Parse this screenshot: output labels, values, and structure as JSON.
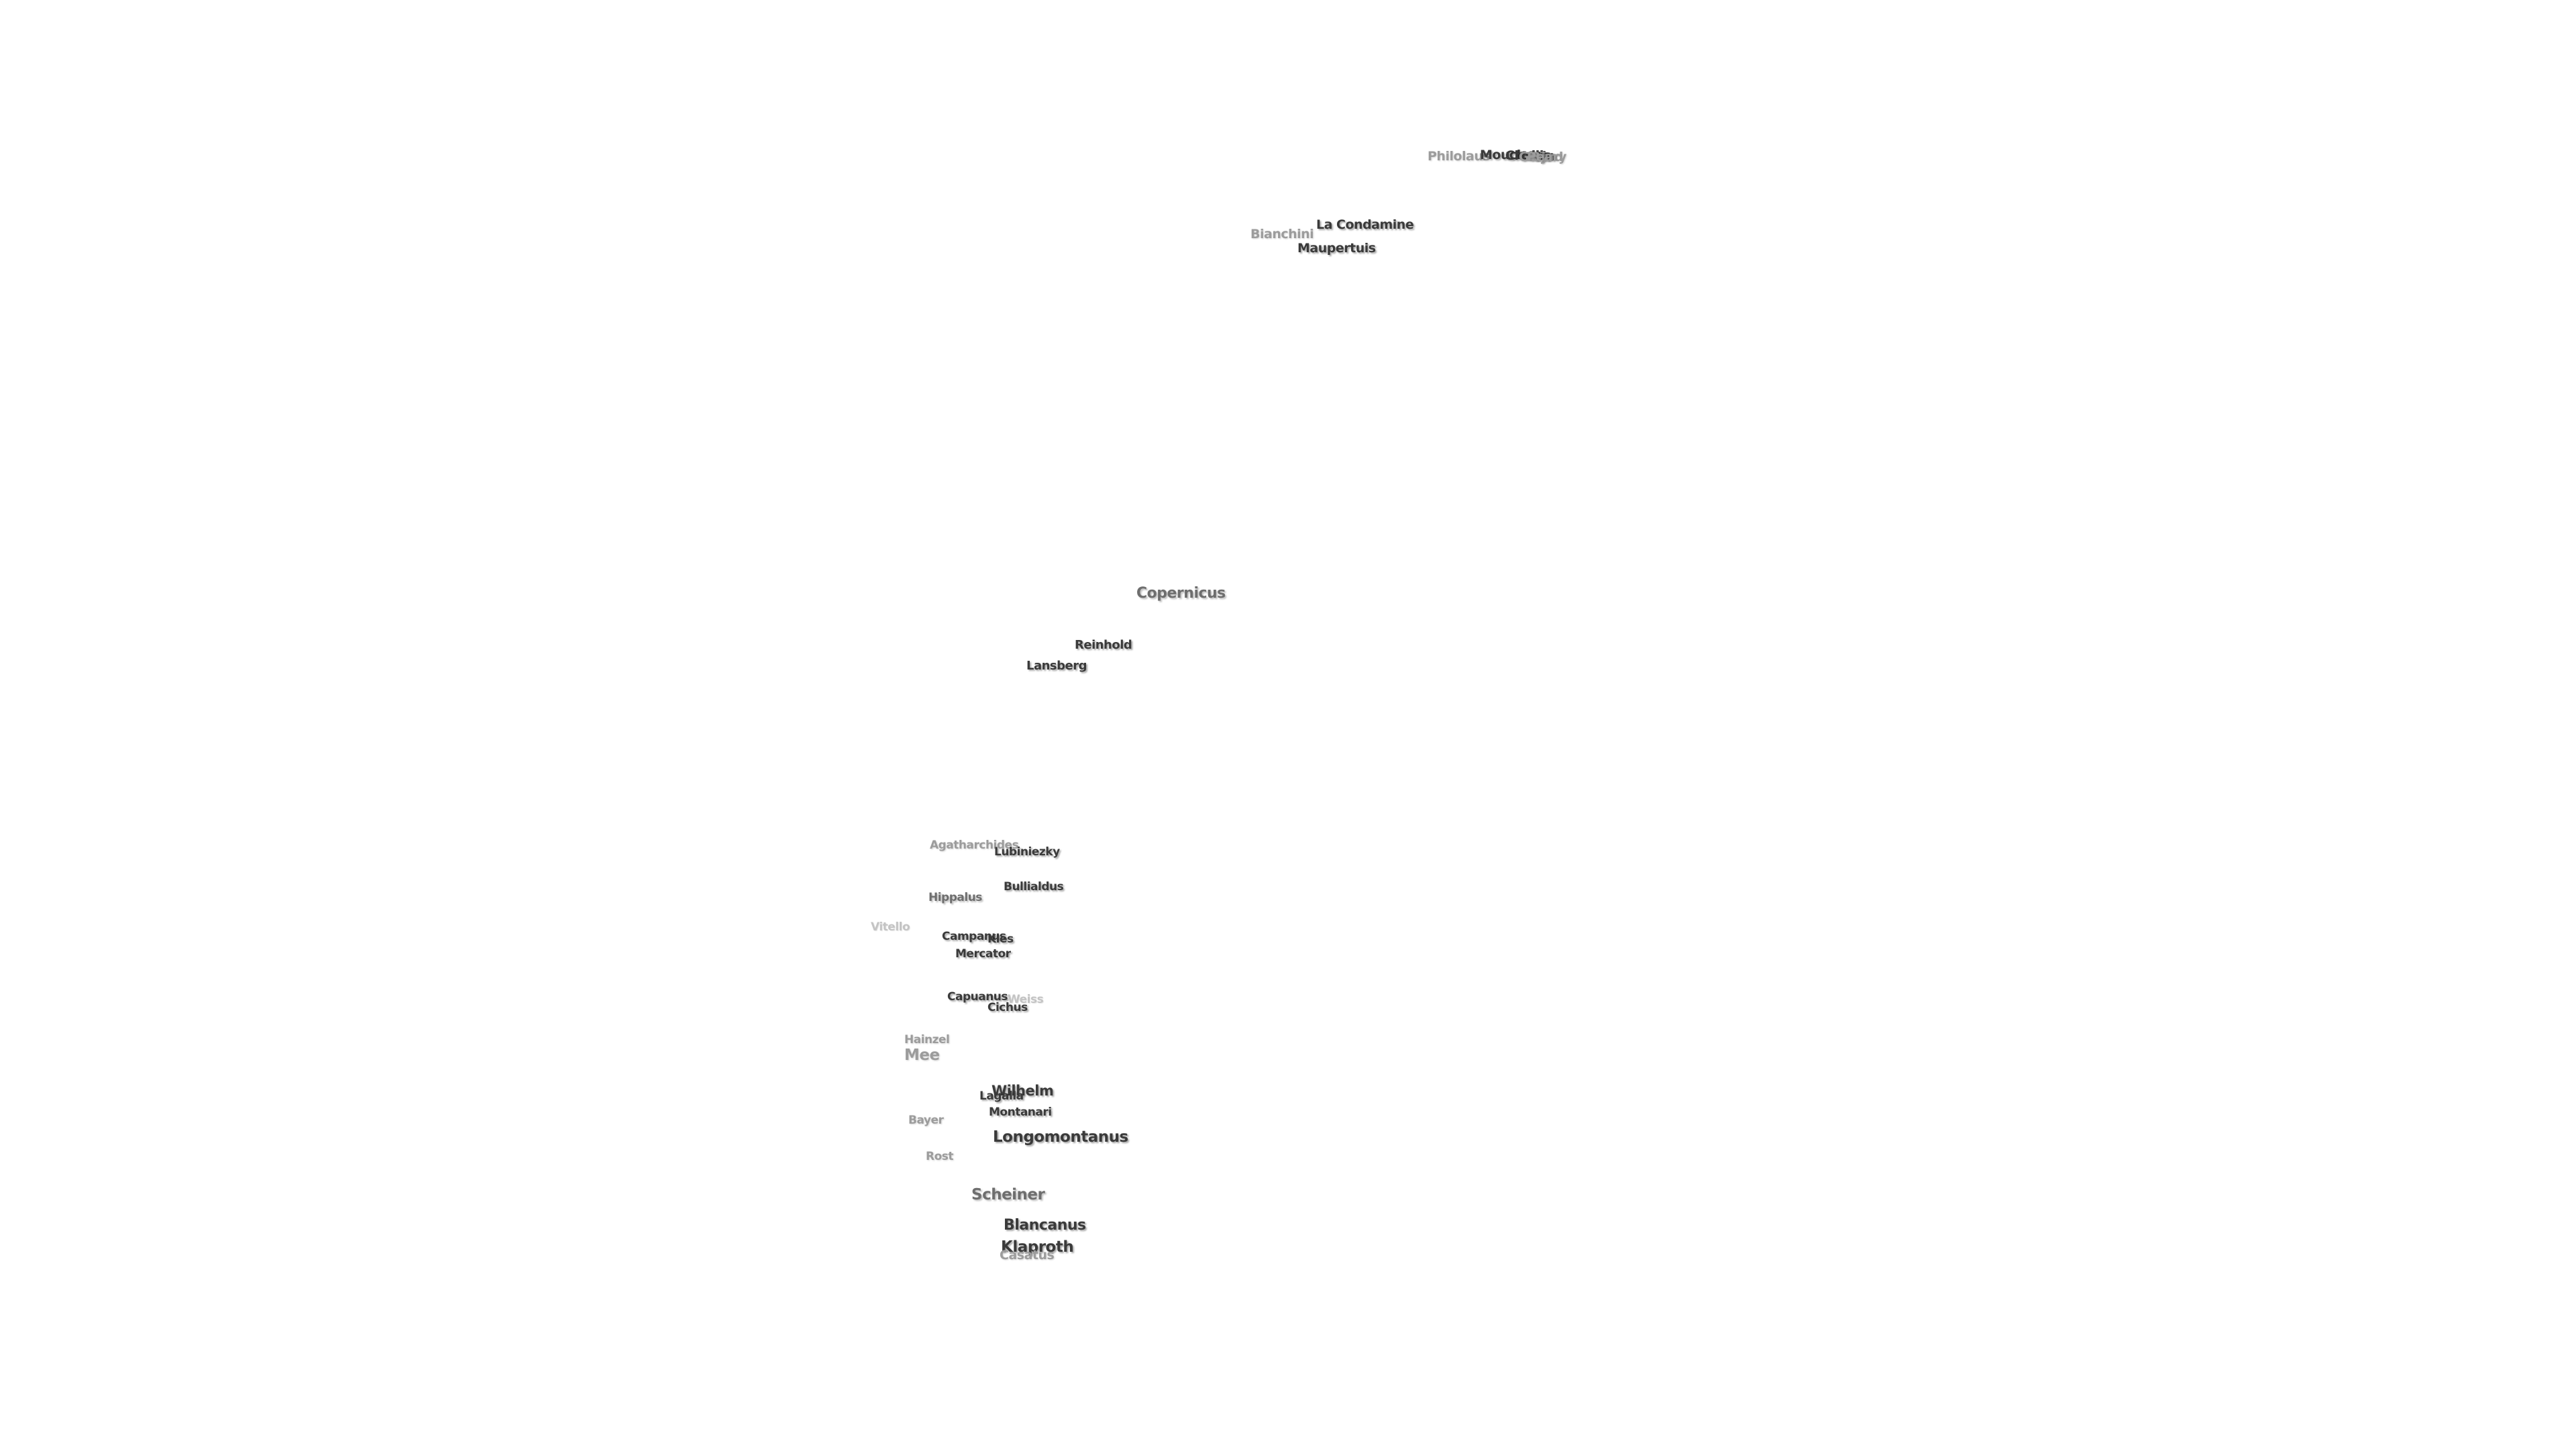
{
  "craters": [
    {
      "id": "philolaus",
      "name": "Philolaus",
      "tone": "light"
    },
    {
      "id": "mouchez",
      "name": "Mouchez",
      "tone": "dark"
    },
    {
      "id": "challis",
      "name": "Challis",
      "tone": "dark"
    },
    {
      "id": "main",
      "name": "Main",
      "tone": "dark"
    },
    {
      "id": "gioja",
      "name": "Gioja",
      "tone": "light"
    },
    {
      "id": "byrd",
      "name": "Byrd",
      "tone": "light"
    },
    {
      "id": "peary",
      "name": "Peary",
      "tone": "light"
    },
    {
      "id": "la-condamine",
      "name": "La Condamine",
      "tone": "dark"
    },
    {
      "id": "bianchini",
      "name": "Bianchini",
      "tone": "light"
    },
    {
      "id": "maupertuis",
      "name": "Maupertuis",
      "tone": "dark"
    },
    {
      "id": "copernicus",
      "name": "Copernicus",
      "tone": "mid"
    },
    {
      "id": "reinhold",
      "name": "Reinhold",
      "tone": "dark"
    },
    {
      "id": "lansberg",
      "name": "Lansberg",
      "tone": "dark"
    },
    {
      "id": "agatharchides",
      "name": "Agatharchides",
      "tone": "light"
    },
    {
      "id": "lubiniezky",
      "name": "Lubiniezky",
      "tone": "dark"
    },
    {
      "id": "bullialdus",
      "name": "Bullialdus",
      "tone": "dark"
    },
    {
      "id": "hippalus",
      "name": "Hippalus",
      "tone": "mid"
    },
    {
      "id": "vitello",
      "name": "Vitello",
      "tone": "faint"
    },
    {
      "id": "campanus",
      "name": "Campanus",
      "tone": "dark"
    },
    {
      "id": "kies",
      "name": "Kies",
      "tone": "dark"
    },
    {
      "id": "mercator",
      "name": "Mercator",
      "tone": "dark"
    },
    {
      "id": "capuanus",
      "name": "Capuanus",
      "tone": "dark"
    },
    {
      "id": "weiss",
      "name": "Weiss",
      "tone": "faint"
    },
    {
      "id": "cichus",
      "name": "Cichus",
      "tone": "dark"
    },
    {
      "id": "hainzel",
      "name": "Hainzel",
      "tone": "light"
    },
    {
      "id": "mee",
      "name": "Mee",
      "tone": "light"
    },
    {
      "id": "wilhelm",
      "name": "Wilhelm",
      "tone": "dark"
    },
    {
      "id": "lagalla",
      "name": "Lagalla",
      "tone": "dark"
    },
    {
      "id": "montanari",
      "name": "Montanari",
      "tone": "dark"
    },
    {
      "id": "bayer",
      "name": "Bayer",
      "tone": "light"
    },
    {
      "id": "longomontanus",
      "name": "Longomontanus",
      "tone": "dark"
    },
    {
      "id": "rost",
      "name": "Rost",
      "tone": "light"
    },
    {
      "id": "scheiner",
      "name": "Scheiner",
      "tone": "mid"
    },
    {
      "id": "blancanus",
      "name": "Blancanus",
      "tone": "dark"
    },
    {
      "id": "klaproth",
      "name": "Klaproth",
      "tone": "dark"
    },
    {
      "id": "casatus",
      "name": "Casatus",
      "tone": "light"
    }
  ]
}
